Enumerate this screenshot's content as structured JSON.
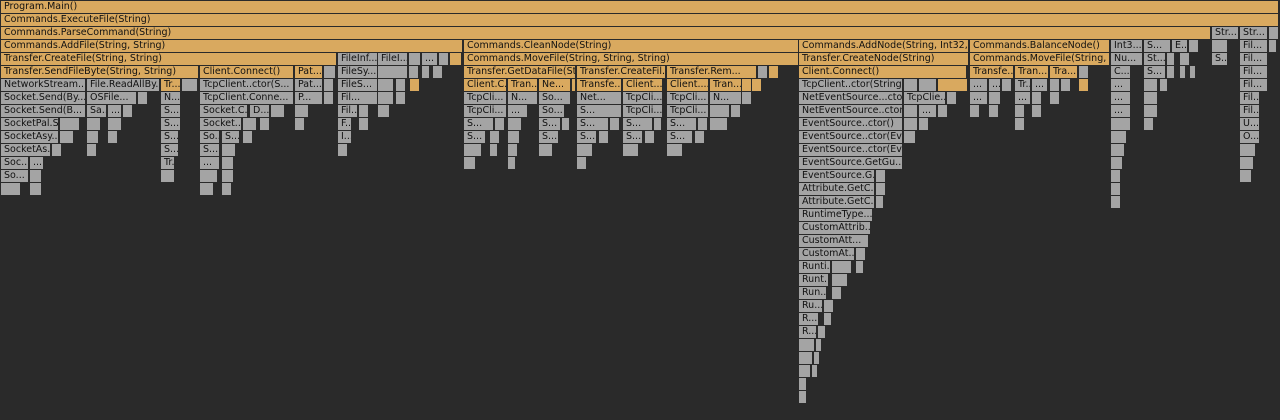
{
  "colors": {
    "background": "#2a2a2a",
    "hot": "#d9a95f",
    "cold": "#a4a4a4"
  },
  "labels": {
    "main": "Program.Main()",
    "exec": "Commands.ExecuteFile(String)",
    "parse": "Commands.ParseCommand(String)",
    "str": "Str...",
    "addfile": "Commands.AddFile(String, String)",
    "cleannode": "Commands.CleanNode(String)",
    "addnode": "Commands.AddNode(String, Int32, I...",
    "balancenode": "Commands.BalanceNode()",
    "int3": "Int3...",
    "e": "E...",
    "s": "S...",
    "fil": "Fil...",
    "createfile": "Transfer.CreateFile(String, String)",
    "fileinf": "FileInf...",
    "filei": "FileI...",
    "dots": "...",
    "movefile": "Commands.MoveFile(String, String, String)",
    "tcreatenode": "Transfer.CreateNode(String)",
    "movefile_short": "Commands.MoveFile(String, ...",
    "nu": "Nu...",
    "st": "St...",
    "sendfilebyte": "Transfer.SendFileByte(String, String)",
    "clientconnect": "Client.Connect()",
    "pat": "Pat...",
    "filesy": "FileSy...",
    "getdatafile": "Transfer.GetDataFile(St...",
    "tcreatefil": "Transfer.CreateFil...",
    "transfer_rem": "Transfer.Rem...",
    "transfe": "Transfe...",
    "tran": "Tran...",
    "tra": "Tra...",
    "c": "C...",
    "networkstream": "NetworkStream....",
    "readallby": "File.ReadAllBy...",
    "tr": "Tr...",
    "tcpclient_ctor_s": "TcpClient..ctor(S...",
    "files": "FileS...",
    "clientc": "Client.C...",
    "ne": "Ne...",
    "client": "Client....",
    "tcpclient_ctor_full": "TcpClient..ctor(String, Int32)",
    "socket_sendby": "Socket.Send(By...",
    "osfile": "OSFile...",
    "n": "N...",
    "tcpclient_conne": "TcpClient.Conne...",
    "p": "P...",
    "tcpcli": "TcpCli...",
    "so": "So...",
    "net": "Net...",
    "neteventsource": "NetEventSource...cto...",
    "tcpclie": "TcpClie...",
    "socket_sendb": "Socket.Send(B...",
    "sa": "Sa...",
    "socketc": "Socket.C...",
    "d": "D...",
    "neteventsource_ctor": "NetEventSource..ctor()",
    "socketpal": "SocketPal.S...",
    "socketdots": "Socket....",
    "f": "F...",
    "eventsource_ctor": "EventSource..ctor()",
    "u": "U...",
    "socketasy": "SocketAsy...",
    "i": "I...",
    "eventsource_ctor_ev": "EventSource..ctor(Ev...",
    "o": "O...",
    "socketas": "SocketAs...",
    "eventsource_ctor_ev2": "EventSource..ctor(Ev...",
    "soc": "Soc...",
    "eventsource_getgu": "EventSource.GetGu...",
    "eventsource_g": "EventSource.G...",
    "attr_getc1": "Attribute.GetC...",
    "attr_getc2": "Attribute.GetC...",
    "runtimetype": "RuntimeType....",
    "customattrib": "CustomAttrib...",
    "customatt": "CustomAtt...",
    "customat": "CustomAt...",
    "runti": "Runti...",
    "runt": "Runt...",
    "run": "Run...",
    "ru": "Ru...",
    "r": "R..."
  }
}
